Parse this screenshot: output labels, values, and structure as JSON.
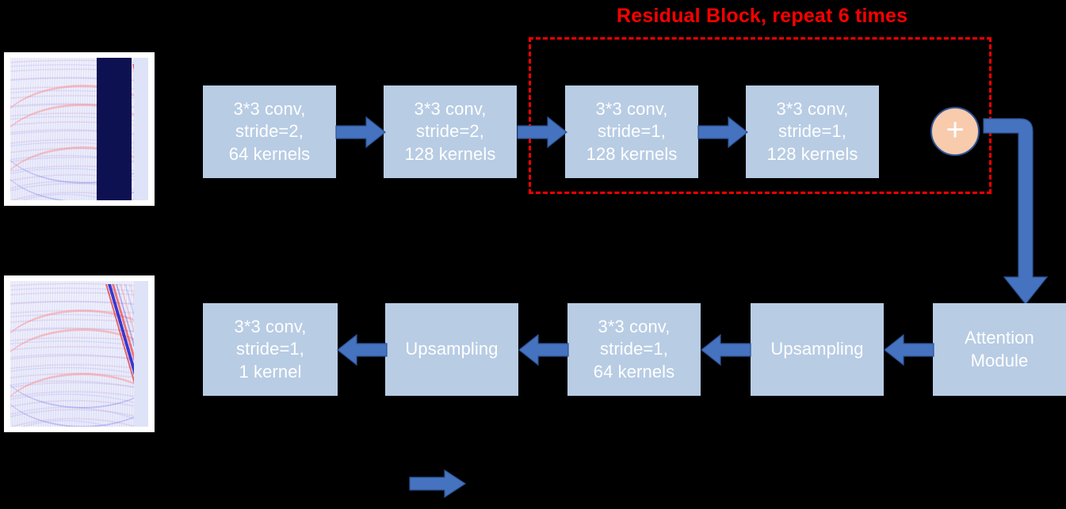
{
  "figure": {
    "background_color": "#000000",
    "box_fill_color": "#b8cce4",
    "box_text_color": "#ffffff",
    "arrow_color": "#4573c0",
    "group_color": "#ff0000",
    "plus_fill_color": "#f8cbad",
    "plus_border_color": "#2f5597"
  },
  "group": {
    "title": "Residual Block, repeat 6 times"
  },
  "encoder_row": {
    "boxes": [
      {
        "id": "conv-1",
        "label": "3*3 conv,\nstride=2,\n64 kernels"
      },
      {
        "id": "conv-2",
        "label": "3*3 conv,\nstride=2,\n128 kernels"
      },
      {
        "id": "conv-3",
        "label": "3*3 conv,\nstride=1,\n128 kernels"
      },
      {
        "id": "conv-4",
        "label": "3*3 conv,\nstride=1,\n128 kernels"
      }
    ],
    "plus_symbol": "+"
  },
  "decoder_row": {
    "boxes": [
      {
        "id": "conv-out",
        "label": "3*3 conv,\nstride=1,\n1 kernel"
      },
      {
        "id": "upsample-2",
        "label": "Upsampling"
      },
      {
        "id": "conv-5",
        "label": "3*3 conv,\nstride=1,\n64 kernels"
      },
      {
        "id": "upsample-1",
        "label": "Upsampling"
      },
      {
        "id": "attention",
        "label": "Attention\nModule"
      }
    ]
  },
  "images": {
    "input": {
      "id": "input-seismic",
      "description": "seismic gather with navy missing-trace gap"
    },
    "output": {
      "id": "output-seismic",
      "description": "reconstructed seismic gather"
    }
  },
  "legend": {
    "arrow_label": ""
  }
}
